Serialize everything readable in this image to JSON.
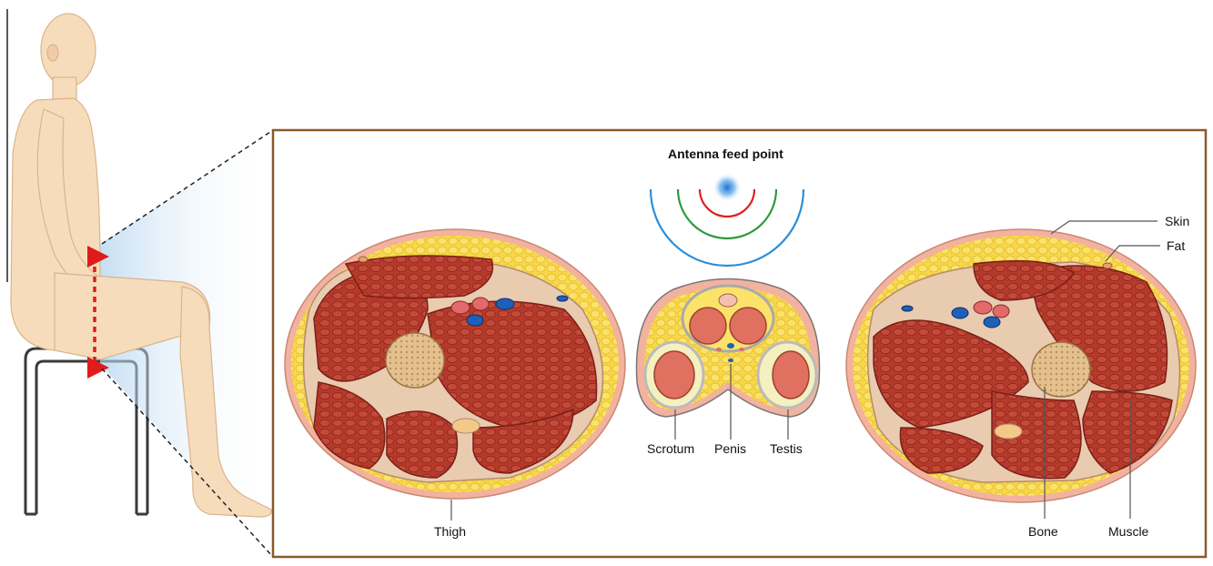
{
  "diagram": {
    "title": "Antenna feed point",
    "labels": {
      "scrotum": "Scrotum",
      "penis": "Penis",
      "testis": "Testis",
      "thigh": "Thigh",
      "skin": "Skin",
      "fat": "Fat",
      "bone": "Bone",
      "muscle": "Muscle"
    },
    "colors": {
      "frame": "#8b5a2b",
      "skin": "#f2b29f",
      "fat": "#f6d23a",
      "muscle": "#b33a2c",
      "bone": "#e8c79a",
      "arrow": "#e01b1b",
      "wave_inner": "#e02020",
      "wave_middle": "#2e9a3a",
      "wave_outer": "#2a8fd8",
      "vein": "#1f5fb8",
      "body": "#f7dcbc"
    }
  }
}
